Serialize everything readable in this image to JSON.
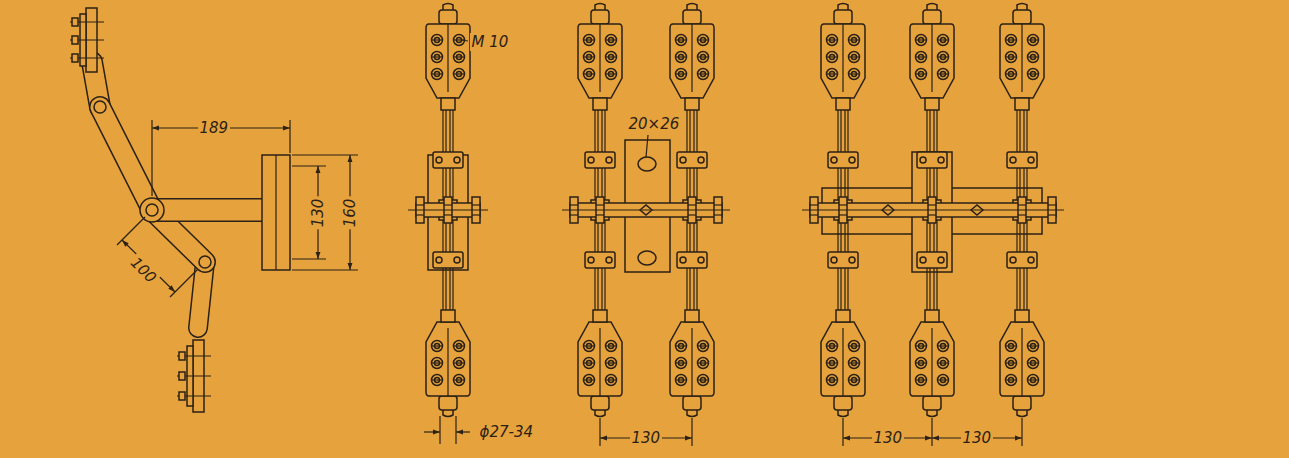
{
  "diagram": {
    "labels": [
      "189",
      "130",
      "160",
      "100",
      "M 10",
      "20×26",
      "ϕ27-34",
      "130",
      "130",
      "130"
    ]
  }
}
